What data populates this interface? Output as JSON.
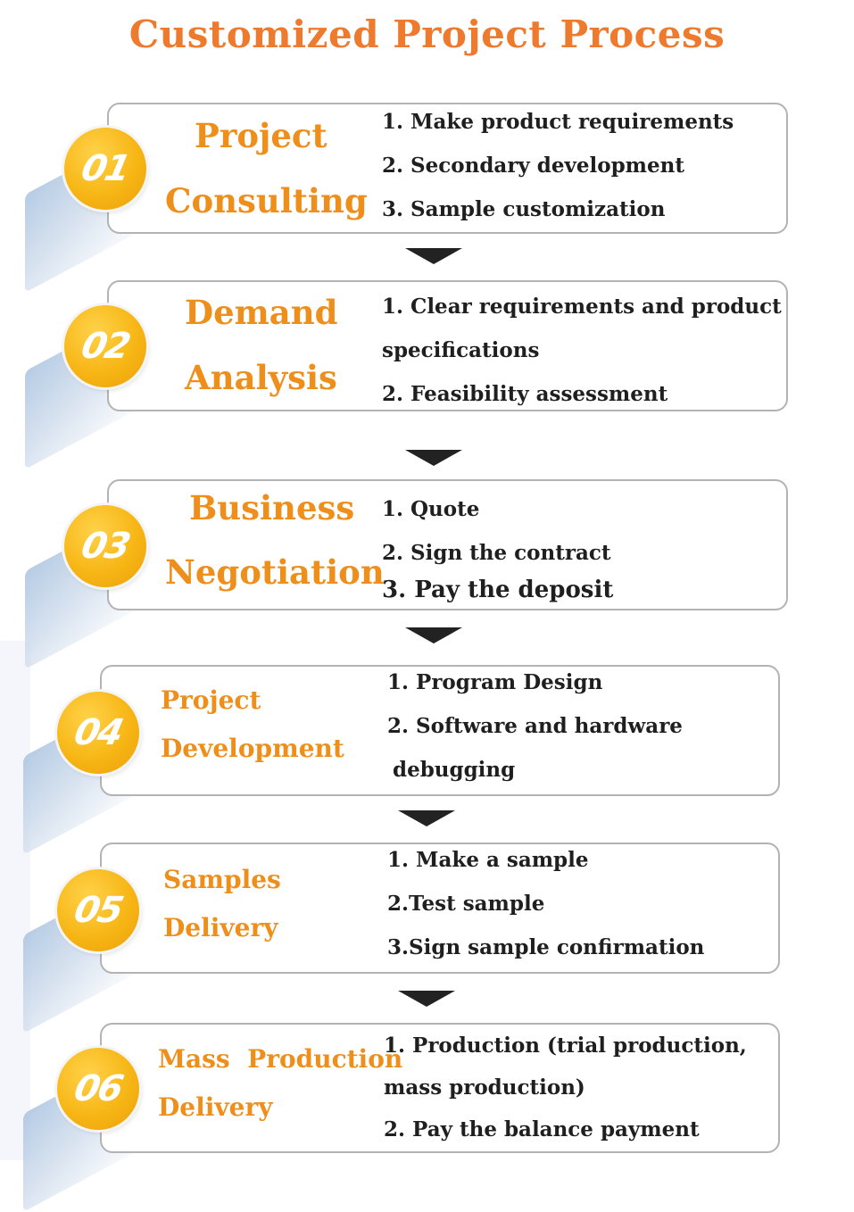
{
  "title": "Customized Project Process",
  "colors": {
    "title": "#ee7a2d",
    "heading": "#ee8f1c",
    "badge": "#f7b615",
    "card_border": "#b3b3b3",
    "arrow": "#222222"
  },
  "steps": [
    {
      "number": "01",
      "heading": [
        "Project",
        "Consulting"
      ],
      "items": [
        "1. Make product requirements",
        "2. Secondary development",
        "3. Sample customization"
      ]
    },
    {
      "number": "02",
      "heading": [
        "Demand",
        "Analysis"
      ],
      "items": [
        "1. Clear requirements and product",
        "specifications",
        "2. Feasibility assessment"
      ]
    },
    {
      "number": "03",
      "heading": [
        "Business",
        "Negotiation"
      ],
      "items": [
        "1. Quote",
        "2. Sign the contract",
        "3. Pay the deposit"
      ]
    },
    {
      "number": "04",
      "heading": [
        "Project",
        "Development"
      ],
      "items": [
        "1. Program Design",
        "2. Software and hardware",
        "debugging"
      ]
    },
    {
      "number": "05",
      "heading": [
        "Samples",
        "Delivery"
      ],
      "items": [
        "1. Make a sample",
        "2.Test sample",
        "3.Sign sample confirmation"
      ]
    },
    {
      "number": "06",
      "heading": [
        "Mass  Production",
        "Delivery"
      ],
      "items": [
        "1. Production (trial production,",
        "mass production)",
        "2. Pay the balance payment"
      ]
    }
  ]
}
